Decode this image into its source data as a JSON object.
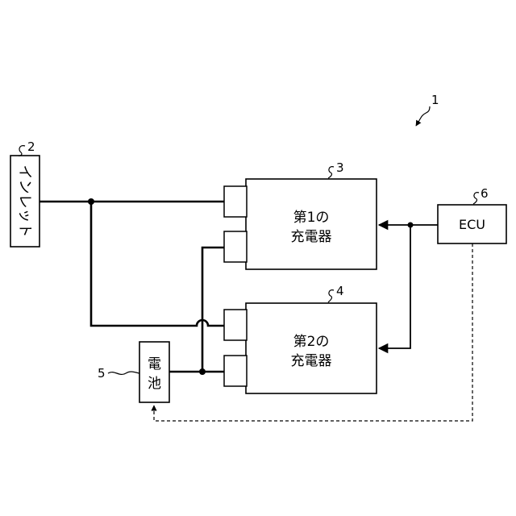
{
  "labels": {
    "system_ref": "1",
    "inlet_ref": "2",
    "charger1_ref": "3",
    "charger2_ref": "4",
    "battery_ref": "5",
    "ecu_ref": "6"
  },
  "blocks": {
    "inlet": {
      "text_chars": [
        "イ",
        "ン",
        "レ",
        "ッ",
        "ト"
      ]
    },
    "charger1": {
      "line1": "第1の",
      "line2": "充電器"
    },
    "charger2": {
      "line1": "第2の",
      "line2": "充電器"
    },
    "battery": {
      "line1": "電",
      "line2": "池"
    },
    "ecu": {
      "text": "ECU"
    }
  }
}
